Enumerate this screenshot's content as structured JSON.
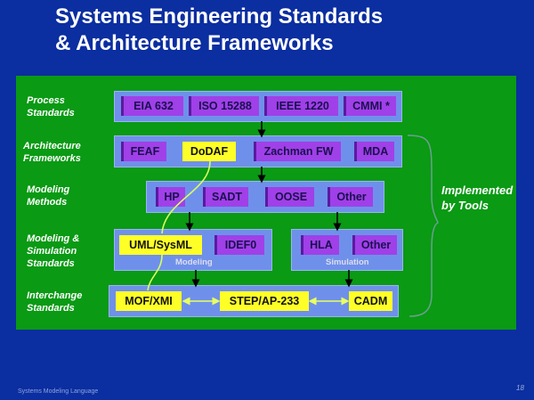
{
  "title": {
    "line1": "Systems Engineering Standards",
    "line2": "& Architecture Frameworks"
  },
  "rows": {
    "process": {
      "label1": "Process",
      "label2": "Standards",
      "items": [
        "EIA 632",
        "ISO 15288",
        "IEEE 1220",
        "CMMI *"
      ]
    },
    "architecture": {
      "label1": "Architecture",
      "label2": "Frameworks",
      "items": [
        "FEAF",
        "DoDAF",
        "Zachman FW",
        "MDA"
      ]
    },
    "methods": {
      "label1": "Modeling",
      "label2": "Methods",
      "items": [
        "HP",
        "SADT",
        "OOSE",
        "Other"
      ]
    },
    "modsim": {
      "label1": "Modeling &",
      "label2": "Simulation",
      "label3": "Standards",
      "modeling_items": [
        "UML/SysML",
        "IDEF0"
      ],
      "modeling_label": "Modeling",
      "simulation_items": [
        "HLA",
        "Other"
      ],
      "simulation_label": "Simulation"
    },
    "interchange": {
      "label1": "Interchange",
      "label2": "Standards",
      "items": [
        "MOF/XMI",
        "STEP/AP-233",
        "CADM"
      ]
    }
  },
  "implemented": {
    "line1": "Implemented",
    "line2": "by Tools"
  },
  "footer": {
    "text": "Systems Modeling Language",
    "page": "18"
  },
  "colors": {
    "background": "#0b2ea0",
    "panel": "#0a9a14",
    "group": "#6f90ea",
    "purple": "#a040e8",
    "yellow": "#ffff28"
  }
}
